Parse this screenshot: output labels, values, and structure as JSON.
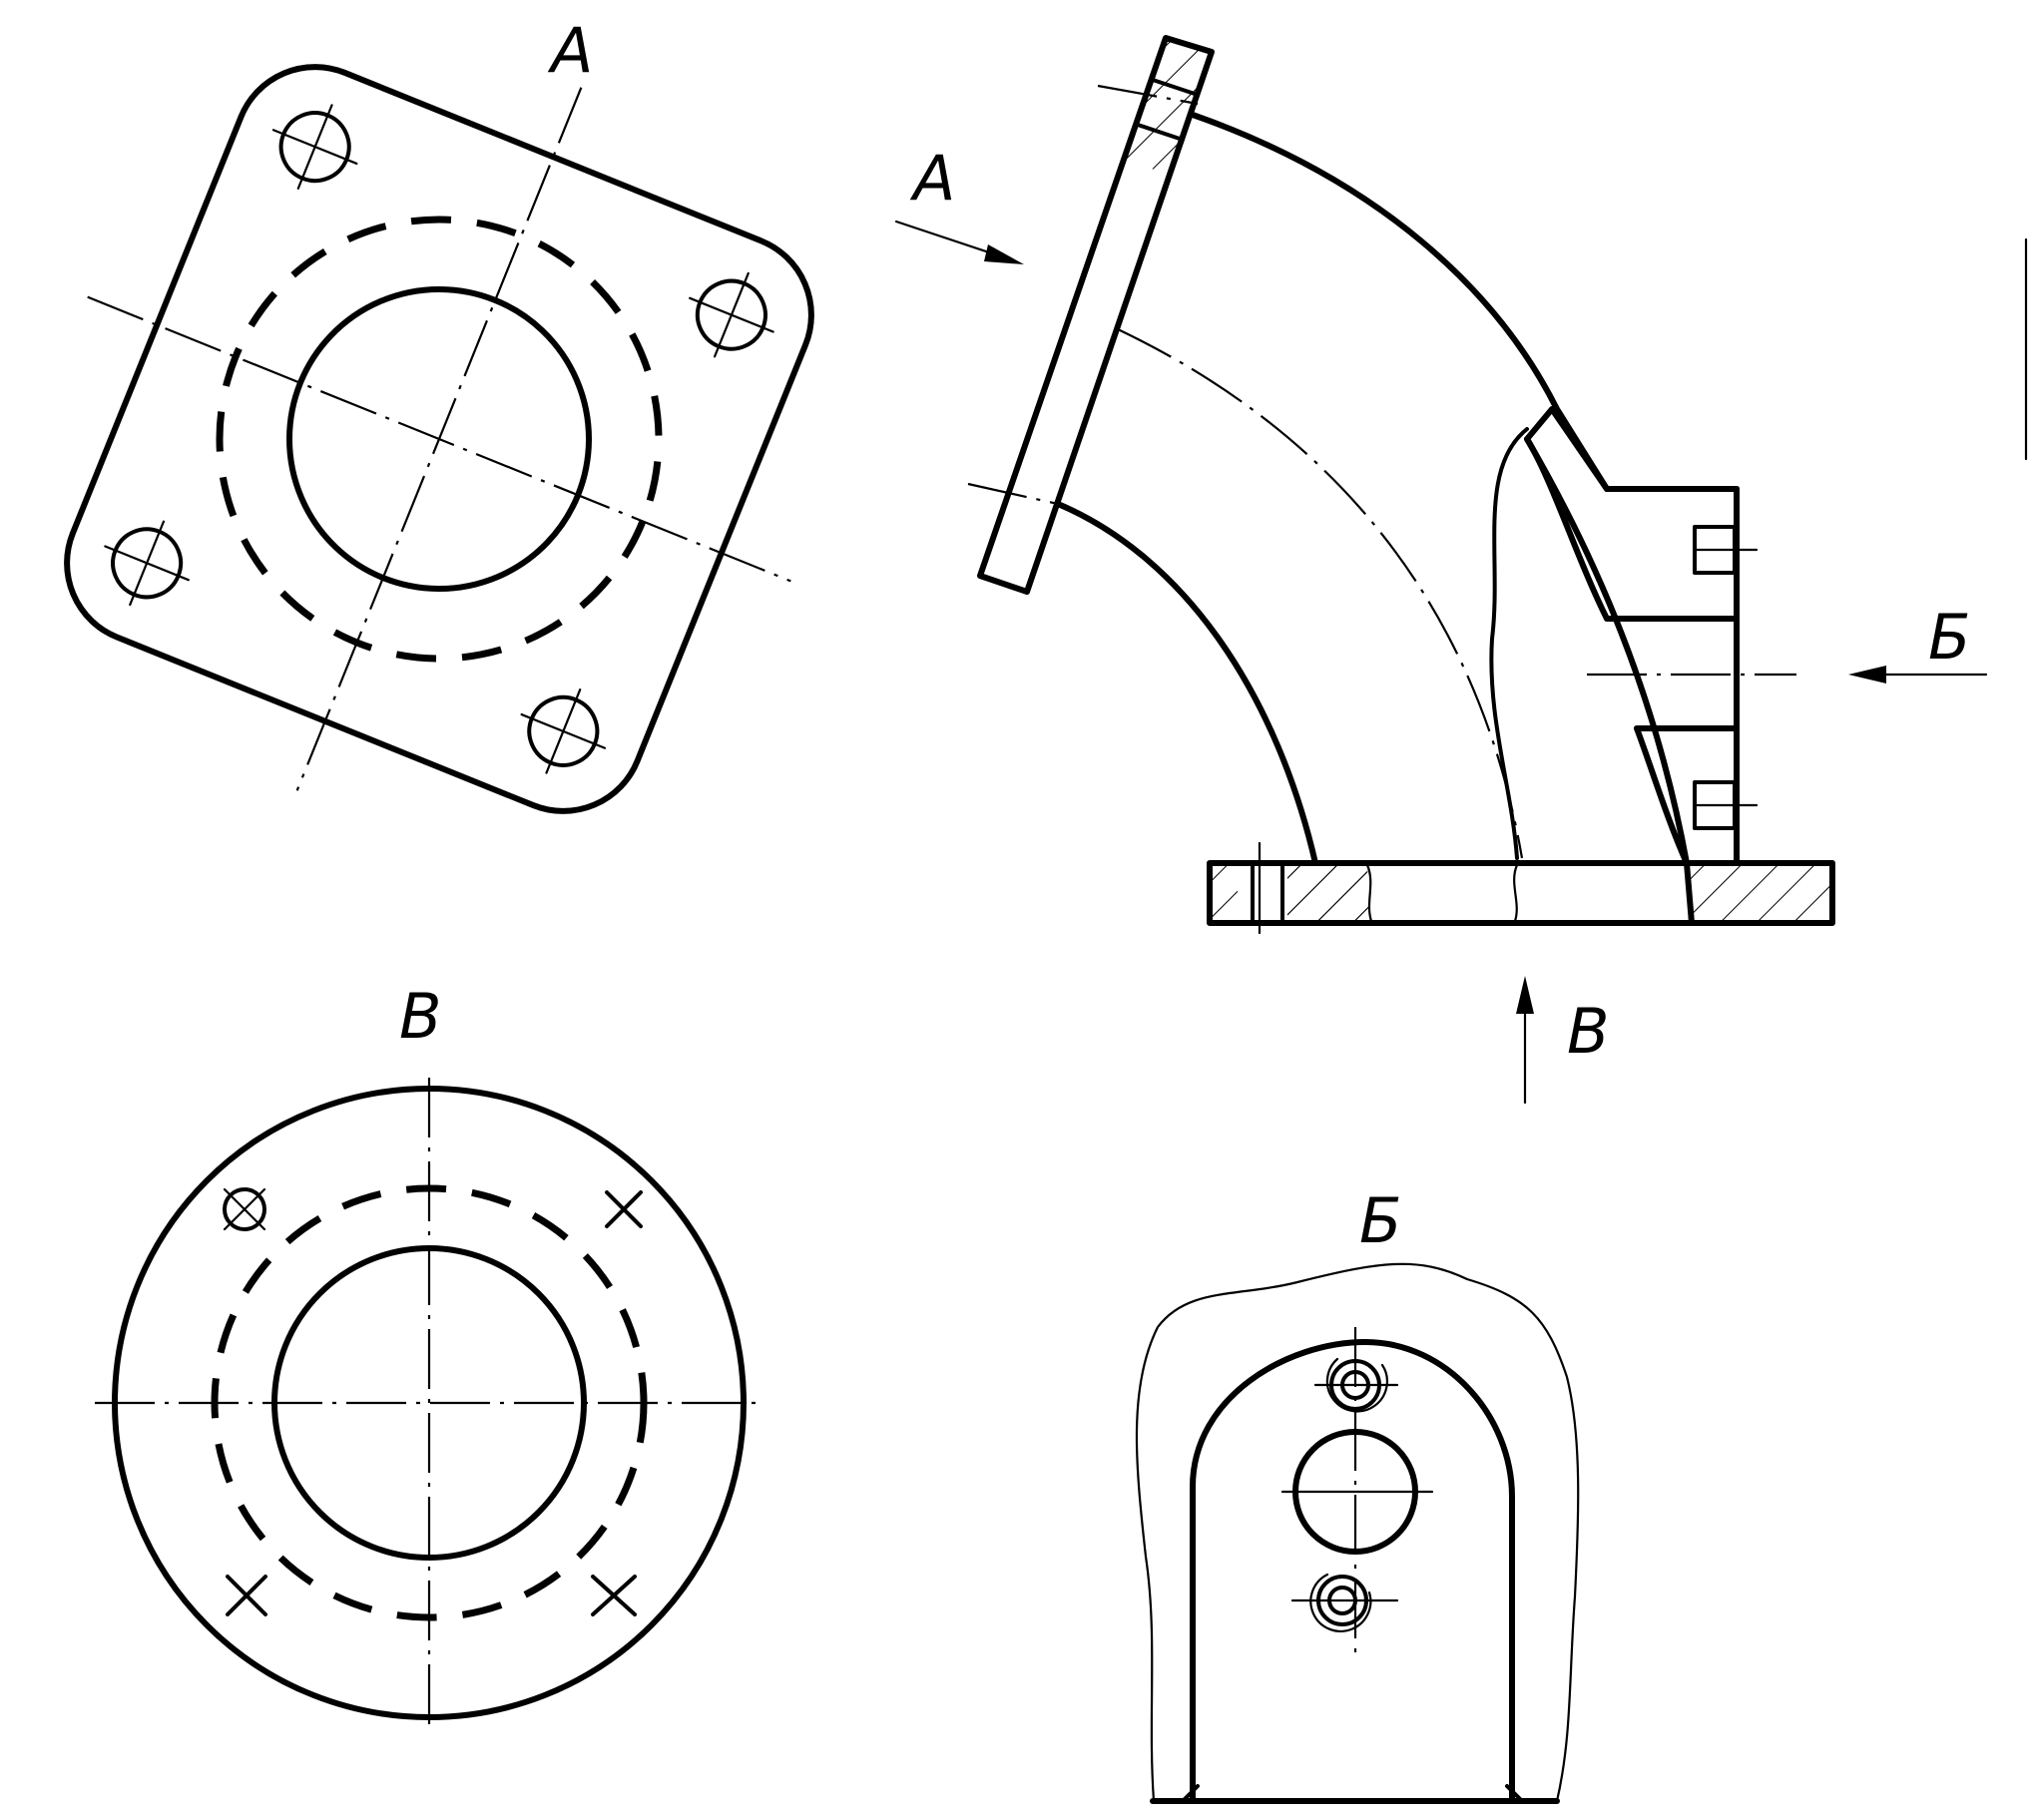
{
  "labels": {
    "view_a_title": "А",
    "arrow_a": "А",
    "view_b_cyr_title": "Б",
    "arrow_b_cyr": "Б",
    "view_v_title": "В",
    "arrow_v": "В"
  }
}
